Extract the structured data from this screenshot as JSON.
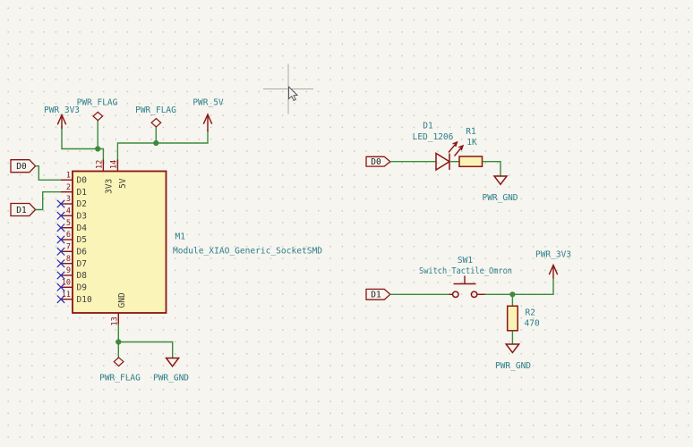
{
  "app": "schematic-editor-canvas",
  "colors": {
    "background": "#f6f5ef",
    "grid_dot": "#c9c8c0",
    "wire_green": "#3a8b3c",
    "symbol_outline_maroon": "#8a1512",
    "symbol_fill_yellow": "#fbf3b5",
    "net_label_teal": "#2d7e8a",
    "pin_name_gray": "#3f3f3f",
    "no_connect_blue": "#2a2ab0",
    "global_label_text": "#1c1c1c"
  },
  "power": {
    "flag": "PWR_FLAG",
    "v33": "PWR_3V3",
    "v5": "PWR_5V",
    "gnd": "PWR_GND"
  },
  "global_labels": {
    "d0": "D0",
    "d1": "D1"
  },
  "module": {
    "ref": "M1",
    "value": "Module_XIAO_Generic_SocketSMD",
    "left_pins": [
      {
        "num": "1",
        "name": "D0",
        "no_connect": false
      },
      {
        "num": "2",
        "name": "D1",
        "no_connect": false
      },
      {
        "num": "3",
        "name": "D2",
        "no_connect": true
      },
      {
        "num": "4",
        "name": "D3",
        "no_connect": true
      },
      {
        "num": "5",
        "name": "D4",
        "no_connect": true
      },
      {
        "num": "6",
        "name": "D5",
        "no_connect": true
      },
      {
        "num": "7",
        "name": "D6",
        "no_connect": true
      },
      {
        "num": "8",
        "name": "D7",
        "no_connect": true
      },
      {
        "num": "9",
        "name": "D8",
        "no_connect": true
      },
      {
        "num": "10",
        "name": "D9",
        "no_connect": true
      },
      {
        "num": "11",
        "name": "D10",
        "no_connect": true
      }
    ],
    "top_pins": [
      {
        "num": "12",
        "name": "3V3"
      },
      {
        "num": "14",
        "name": "5V"
      }
    ],
    "bottom_pins": [
      {
        "num": "13",
        "name": "GND"
      }
    ]
  },
  "led_circuit": {
    "input": "D0",
    "ref": "D1",
    "value": "LED_1206",
    "resistor_ref": "R1",
    "resistor_value": "1K"
  },
  "switch_circuit": {
    "input": "D1",
    "ref": "SW1",
    "value": "Switch_Tactile_Omron",
    "resistor_ref": "R2",
    "resistor_value": "470"
  }
}
